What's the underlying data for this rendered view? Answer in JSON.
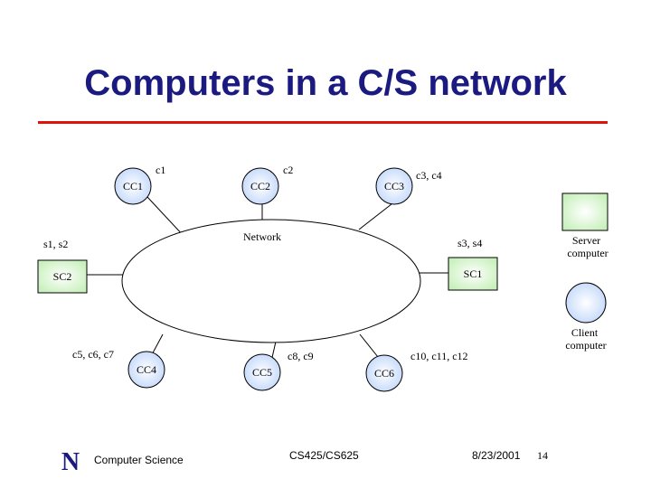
{
  "slide": {
    "title": "Computers in a C/S network"
  },
  "diagram": {
    "network_label": "Network",
    "clients": [
      {
        "id": "CC1",
        "label": "CC1",
        "annotation": "c1"
      },
      {
        "id": "CC2",
        "label": "CC2",
        "annotation": "c2"
      },
      {
        "id": "CC3",
        "label": "CC3",
        "annotation": "c3, c4"
      },
      {
        "id": "CC4",
        "label": "CC4",
        "annotation": "c5, c6, c7"
      },
      {
        "id": "CC5",
        "label": "CC5",
        "annotation": "c8, c9"
      },
      {
        "id": "CC6",
        "label": "CC6",
        "annotation": "c10, c11, c12"
      }
    ],
    "servers": [
      {
        "id": "SC1",
        "label": "SC1",
        "annotation": "s3, s4"
      },
      {
        "id": "SC2",
        "label": "SC2",
        "annotation": "s1, s2"
      }
    ],
    "legend": {
      "server": "Server computer",
      "client": "Client computer"
    },
    "colors": {
      "client_fill": "#dde8fb",
      "server_fill": "#ddf0d6",
      "legend_server_fill": "#c8f0bc",
      "legend_client_fill": "#c9dcfb",
      "title": "#1a1a80",
      "rule": "#e01010"
    }
  },
  "footer": {
    "logo_text": "N",
    "department": "Computer Science",
    "course": "CS425/CS625",
    "date": "8/23/2001",
    "page": "14"
  }
}
